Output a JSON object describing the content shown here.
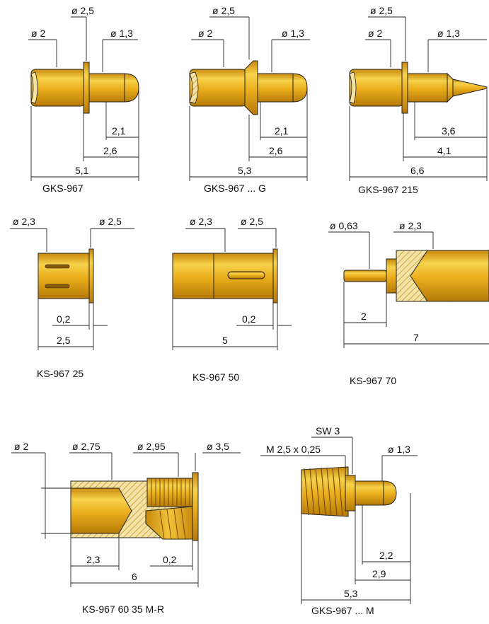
{
  "parts": [
    {
      "caption": "GKS-967",
      "diameters": [
        "ø 2,5",
        "ø 2",
        "ø 1,3"
      ],
      "lengths": [
        "2,1",
        "2,6",
        "5,1"
      ]
    },
    {
      "caption": "GKS-967 ... G",
      "diameters": [
        "ø 2,5",
        "ø 2",
        "ø 1,3"
      ],
      "lengths": [
        "2,1",
        "2,6",
        "5,3"
      ]
    },
    {
      "caption": "GKS-967 215",
      "diameters": [
        "ø 2,5",
        "ø 2",
        "ø 1,3"
      ],
      "lengths": [
        "3,6",
        "4,1",
        "6,6"
      ]
    },
    {
      "caption": "KS-967 25",
      "diameters": [
        "ø 2,3",
        "ø 2,5"
      ],
      "lengths": [
        "0,2",
        "2,5"
      ]
    },
    {
      "caption": "KS-967 50",
      "diameters": [
        "ø 2,3",
        "ø 2,5"
      ],
      "lengths": [
        "0,2",
        "5"
      ]
    },
    {
      "caption": "KS-967 70",
      "diameters": [
        "ø 0,63",
        "ø 2,3"
      ],
      "lengths": [
        "2",
        "7"
      ]
    },
    {
      "caption": "KS-967 60 35 M-R",
      "diameters": [
        "ø 2",
        "ø 2,75",
        "ø 2,95",
        "ø 3,5"
      ],
      "lengths": [
        "2,3",
        "0,2",
        "6"
      ]
    },
    {
      "caption": "GKS-967 ... M",
      "diameters": [
        "SW 3",
        "M 2,5 x 0,25",
        "ø 1,3"
      ],
      "lengths": [
        "2,2",
        "2,9",
        "5,3"
      ]
    }
  ],
  "colors": {
    "brass": "#e6a817",
    "brass_light": "#f7d24a",
    "brass_dark": "#b67a08",
    "line": "#222222"
  }
}
